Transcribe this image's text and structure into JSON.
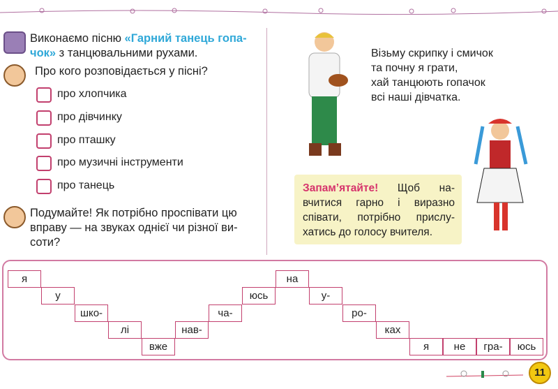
{
  "task1": {
    "prefix": "Виконаємо пісню ",
    "song": "«Гарний танець гопа-",
    "song2": "чок»",
    "suffix": " з танцювальними рухами."
  },
  "question": "Про кого розповідається у пісні?",
  "options": [
    "про хлопчика",
    "про дівчинку",
    "про пташку",
    "про музичні інструменти",
    "про танець"
  ],
  "task3": {
    "lines": [
      "Подумайте! Як потрібно проспівати цю",
      "вправу — на звуках однієї чи різної ви-",
      "соти?"
    ]
  },
  "poem": [
    "Візьму скрипку і смичок",
    "та почну я грати,",
    "хай танцюють гопачок",
    "всі наші дівчатка."
  ],
  "memo": {
    "heading": "Запам’ятайте!",
    "text": " Щоб на­вчитися гарно і виразно співати, потрібно прислу­хатись до голосу вчителя."
  },
  "syllables": [
    {
      "text": "я",
      "col": 0,
      "row": 0
    },
    {
      "text": "у",
      "col": 1,
      "row": 1
    },
    {
      "text": "шко-",
      "col": 2,
      "row": 2
    },
    {
      "text": "лі",
      "col": 3,
      "row": 3
    },
    {
      "text": "вже",
      "col": 4,
      "row": 4
    },
    {
      "text": "нав-",
      "col": 5,
      "row": 3
    },
    {
      "text": "ча-",
      "col": 6,
      "row": 2
    },
    {
      "text": "юсь",
      "col": 7,
      "row": 1
    },
    {
      "text": "на",
      "col": 8,
      "row": 0
    },
    {
      "text": "у-",
      "col": 9,
      "row": 1
    },
    {
      "text": "ро-",
      "col": 10,
      "row": 2
    },
    {
      "text": "ках",
      "col": 11,
      "row": 3
    },
    {
      "text": "я",
      "col": 12,
      "row": 4
    },
    {
      "text": "не",
      "col": 13,
      "row": 4
    },
    {
      "text": "гра-",
      "col": 14,
      "row": 4
    },
    {
      "text": "юсь",
      "col": 15,
      "row": 4
    }
  ],
  "page_number": "11"
}
